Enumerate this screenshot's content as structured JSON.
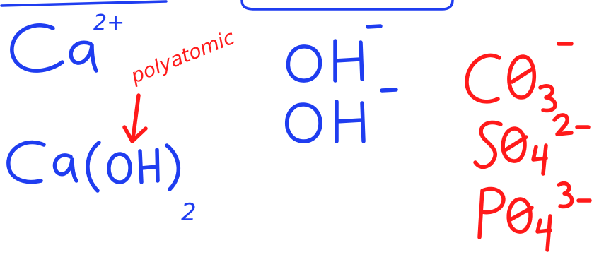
{
  "colors": {
    "blue_ink": "#1f3df0",
    "red_ink": "#ff1a1a",
    "background": "#ffffff",
    "frame_ink": "#1f3df0"
  },
  "notes": {
    "ion_calcium": {
      "symbol": "Ca",
      "charge": "2+"
    },
    "annotation": "polyatomic",
    "compound": {
      "symbol": "Ca(OH)",
      "subscript": "2"
    },
    "hydroxide_1": {
      "symbol": "OH",
      "charge": "-"
    },
    "hydroxide_2": {
      "symbol": "OH",
      "charge": "-"
    },
    "carbonate": {
      "symbol": "CO",
      "subscript": "3",
      "charge": "-"
    },
    "sulfate": {
      "symbol": "SO",
      "subscript": "4",
      "charge": "2-"
    },
    "phosphate": {
      "symbol": "PO",
      "subscript": "4",
      "charge": "3-"
    }
  }
}
